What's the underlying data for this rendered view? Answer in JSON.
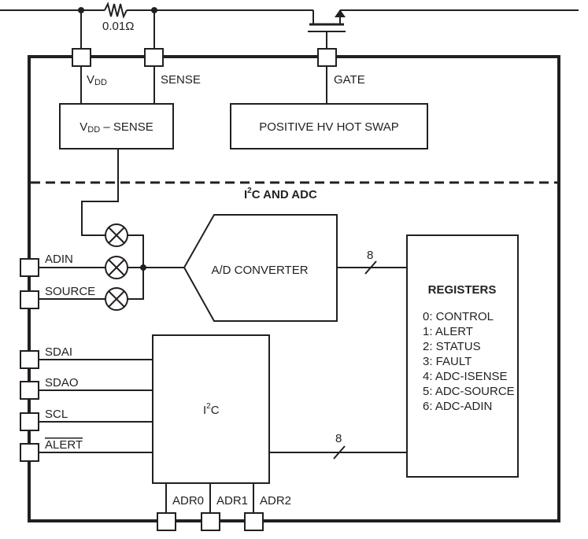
{
  "resistor": {
    "value": "0.01Ω"
  },
  "pins": {
    "vdd": {
      "main": "V",
      "sub": "DD"
    },
    "sense": "SENSE",
    "gate": "GATE",
    "adin": "ADIN",
    "source": "SOURCE",
    "sdai": "SDAI",
    "sdao": "SDAO",
    "scl": "SCL",
    "alert": "ALERT",
    "adr0": "ADR0",
    "adr1": "ADR1",
    "adr2": "ADR2"
  },
  "blocks": {
    "vdd_sense": {
      "v": "V",
      "sub": "DD",
      "rest": " – SENSE"
    },
    "hot_swap": "POSITIVE HV HOT SWAP",
    "section": {
      "a": "I",
      "sup": "2",
      "b": "C AND ADC"
    },
    "adc": "A/D CONVERTER",
    "i2c": {
      "a": "I",
      "sup": "2",
      "b": "C"
    },
    "registers": {
      "title": "REGISTERS",
      "items": [
        "0: CONTROL",
        "1: ALERT",
        "2: STATUS",
        "3: FAULT",
        "4: ADC-ISENSE",
        "5: ADC-SOURCE",
        "6: ADC-ADIN"
      ]
    }
  },
  "buses": {
    "adc_bus": "8",
    "i2c_bus": "8"
  }
}
